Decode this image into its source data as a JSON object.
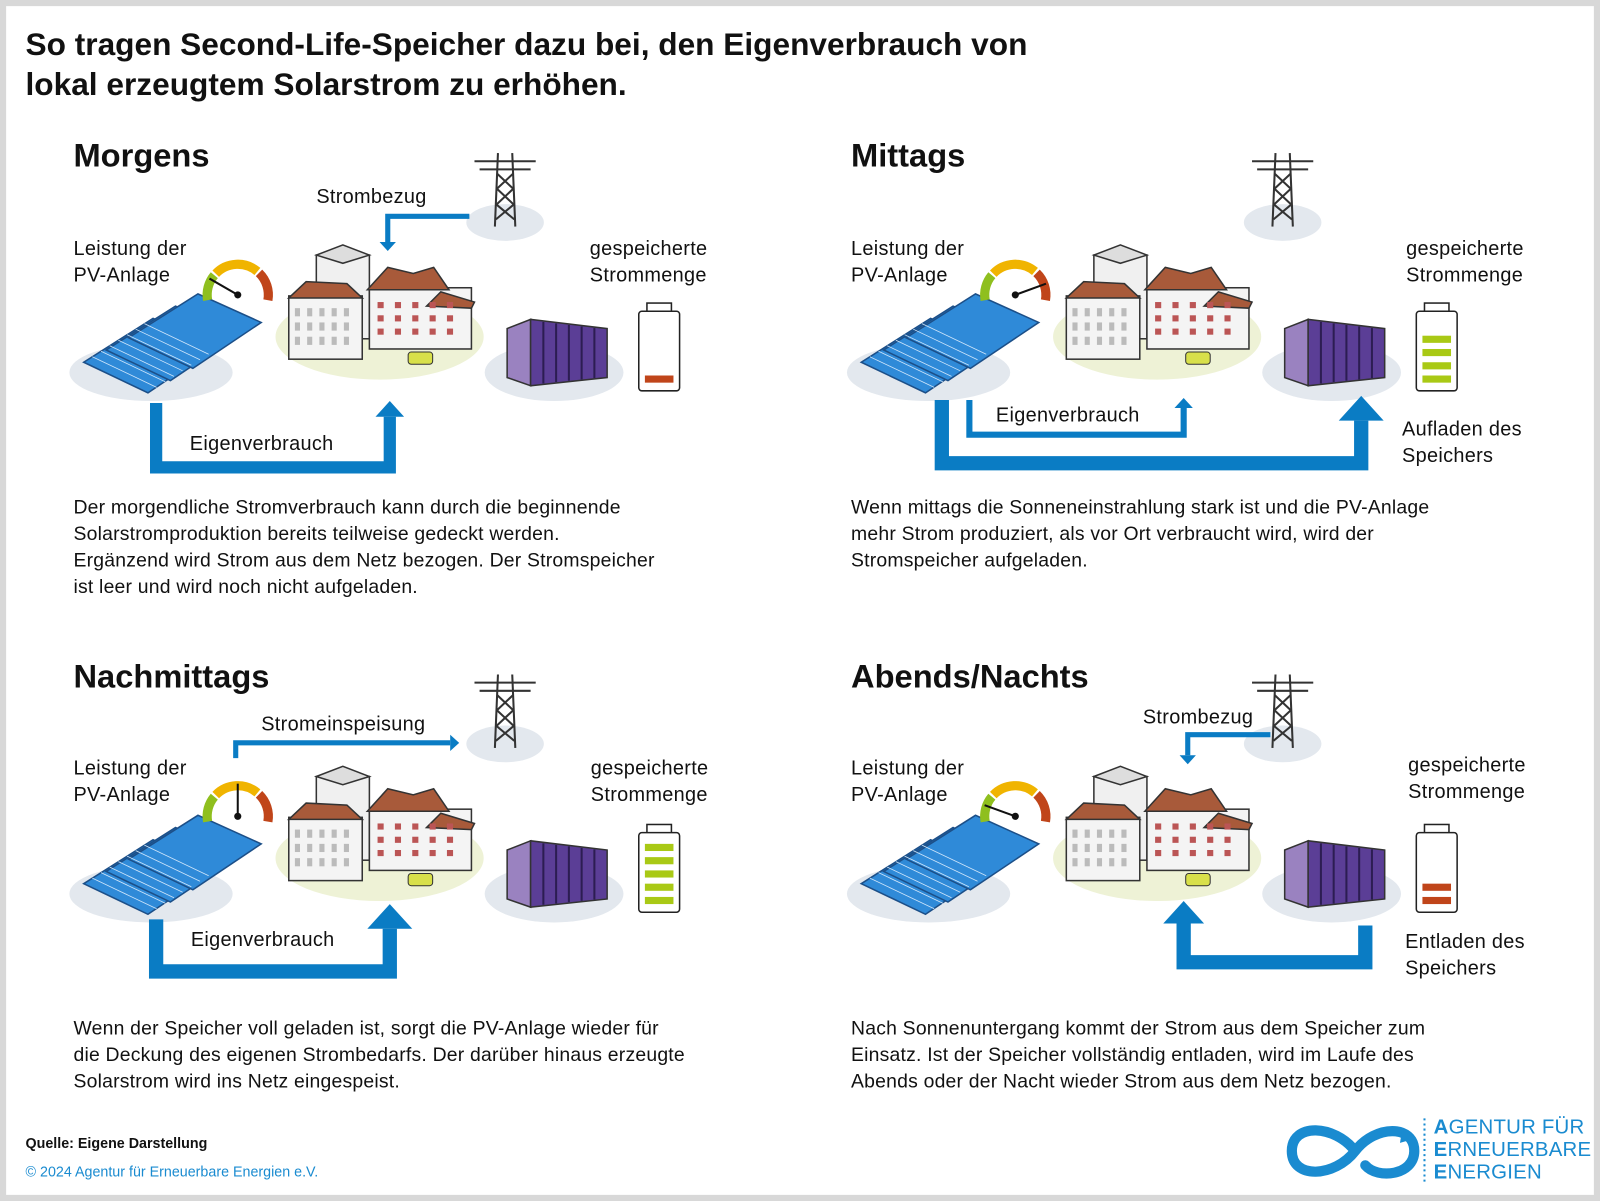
{
  "title_lines": [
    "So tragen Second-Life-Speicher dazu bei, den Eigenverbrauch von",
    "lokal erzeugtem Solarstrom zu erhöhen."
  ],
  "colors": {
    "arrow": "#0a7cc4",
    "battery_green": "#a9c915",
    "battery_red": "#c0451a",
    "logo": "#1a8bd0"
  },
  "panels": [
    {
      "title": "Morgens",
      "pv_label": [
        "Leistung der",
        "PV-Anlage"
      ],
      "storage_label": [
        "gespeicherte",
        "Strommenge"
      ],
      "pv_output_level": 0.2,
      "storage_level": {
        "bars": 1,
        "of": 5,
        "state": "empty"
      },
      "flows": {
        "grid": "Strombezug",
        "self": "Eigenverbrauch"
      },
      "description": [
        "Der morgendliche Stromverbrauch kann durch die beginnende",
        "Solarstromproduktion bereits teilweise gedeckt werden.",
        "Ergänzend wird Strom aus dem Netz bezogen. Der Stromspeicher",
        "ist leer und wird noch nicht aufgeladen."
      ]
    },
    {
      "title": "Mittags",
      "pv_label": [
        "Leistung der",
        "PV-Anlage"
      ],
      "storage_label": [
        "gespeicherte",
        "Strommenge"
      ],
      "pv_output_level": 0.85,
      "storage_level": {
        "bars": 4,
        "of": 5,
        "state": "charging"
      },
      "flows": {
        "self": "Eigenverbrauch",
        "storage": [
          "Aufladen des",
          "Speichers"
        ]
      },
      "description": [
        "Wenn mittags die Sonneneinstrahlung stark ist und die PV-Anlage",
        "mehr Strom produziert, als vor Ort verbraucht wird, wird der",
        "Stromspeicher aufgeladen."
      ]
    },
    {
      "title": "Nachmittags",
      "pv_label": [
        "Leistung der",
        "PV-Anlage"
      ],
      "storage_label": [
        "gespeicherte",
        "Strommenge"
      ],
      "pv_output_level": 0.5,
      "storage_level": {
        "bars": 5,
        "of": 5,
        "state": "full"
      },
      "flows": {
        "grid": "Stromeinspeisung",
        "self": "Eigenverbrauch"
      },
      "description": [
        "Wenn der Speicher voll geladen ist, sorgt die PV-Anlage wieder für",
        "die Deckung des eigenen Strombedarfs. Der darüber hinaus erzeugte",
        "Solarstrom wird ins Netz eingespeist."
      ]
    },
    {
      "title": "Abends/Nachts",
      "pv_label": [
        "Leistung der",
        "PV-Anlage"
      ],
      "storage_label": [
        "gespeicherte",
        "Strommenge"
      ],
      "pv_output_level": 0.15,
      "storage_level": {
        "bars": 2,
        "of": 5,
        "state": "discharging"
      },
      "flows": {
        "grid": "Strombezug",
        "storage": [
          "Entladen des",
          "Speichers"
        ]
      },
      "description": [
        "Nach Sonnenuntergang kommt der Strom aus dem Speicher zum",
        "Einsatz. Ist der Speicher vollständig entladen, wird im Laufe des",
        "Abends oder der Nacht wieder Strom aus dem Netz bezogen."
      ]
    }
  ],
  "footer": {
    "source": "Quelle: Eigene Darstellung",
    "copyright": "© 2024 Agentur für Erneuerbare Energien e.V."
  },
  "logo": {
    "lines": [
      [
        "A",
        "GENTUR FÜR"
      ],
      [
        "E",
        "RNEUERBARE"
      ],
      [
        "E",
        "NERGIEN"
      ]
    ]
  }
}
